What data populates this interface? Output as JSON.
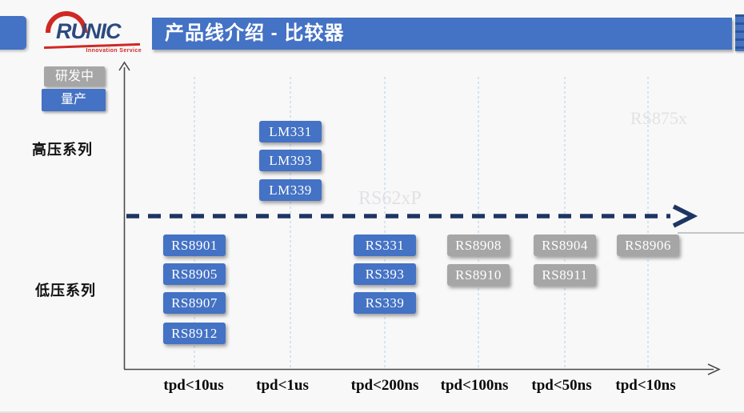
{
  "header": {
    "title": "产品线介绍 - 比较器",
    "logo": {
      "brand": "RUNIC",
      "tagline": "Innovation Service"
    }
  },
  "watermarks": {
    "top_right": "RS875x",
    "center": "RS62xP"
  },
  "colors": {
    "accent_blue": "#4472c4",
    "status_gray": "#a6a6a6",
    "timeline_navy": "#1e3563",
    "gridline_blue": "#bdd7ee",
    "logo_red": "#d02823",
    "logo_navy": "#2b4a7e"
  },
  "chart_data": {
    "type": "scatter",
    "title": "产品线介绍 - 比较器",
    "x_categories": [
      "tpd<10us",
      "tpd<1us",
      "tpd<200ns",
      "tpd<100ns",
      "tpd<50ns",
      "tpd<10ns"
    ],
    "y_categories": [
      "高压系列",
      "低压系列"
    ],
    "legend": [
      {
        "label": "研发中",
        "color": "#a6a6a6"
      },
      {
        "label": "量产",
        "color": "#4472c4"
      }
    ],
    "legend_position": "top-left",
    "grid": "vertical dashed gridlines per tpd category",
    "divider": "dashed navy arrow between 高压系列 and 低压系列 rows",
    "products": [
      {
        "label": "LM331",
        "series": "高压系列",
        "x": "tpd<1us",
        "status": "量产"
      },
      {
        "label": "LM393",
        "series": "高压系列",
        "x": "tpd<1us",
        "status": "量产"
      },
      {
        "label": "LM339",
        "series": "高压系列",
        "x": "tpd<1us",
        "status": "量产"
      },
      {
        "label": "RS8901",
        "series": "低压系列",
        "x": "tpd<10us",
        "status": "量产"
      },
      {
        "label": "RS8905",
        "series": "低压系列",
        "x": "tpd<10us",
        "status": "量产"
      },
      {
        "label": "RS8907",
        "series": "低压系列",
        "x": "tpd<10us",
        "status": "量产"
      },
      {
        "label": "RS8912",
        "series": "低压系列",
        "x": "tpd<10us",
        "status": "量产"
      },
      {
        "label": "RS331",
        "series": "低压系列",
        "x": "tpd<200ns",
        "status": "量产"
      },
      {
        "label": "RS393",
        "series": "低压系列",
        "x": "tpd<200ns",
        "status": "量产"
      },
      {
        "label": "RS339",
        "series": "低压系列",
        "x": "tpd<200ns",
        "status": "量产"
      },
      {
        "label": "RS8908",
        "series": "低压系列",
        "x": "tpd<100ns",
        "status": "研发中"
      },
      {
        "label": "RS8910",
        "series": "低压系列",
        "x": "tpd<100ns",
        "status": "研发中"
      },
      {
        "label": "RS8904",
        "series": "低压系列",
        "x": "tpd<50ns",
        "status": "研发中"
      },
      {
        "label": "RS8911",
        "series": "低压系列",
        "x": "tpd<50ns",
        "status": "研发中"
      },
      {
        "label": "RS8906",
        "series": "低压系列",
        "x": "tpd<10ns",
        "status": "研发中"
      }
    ]
  }
}
